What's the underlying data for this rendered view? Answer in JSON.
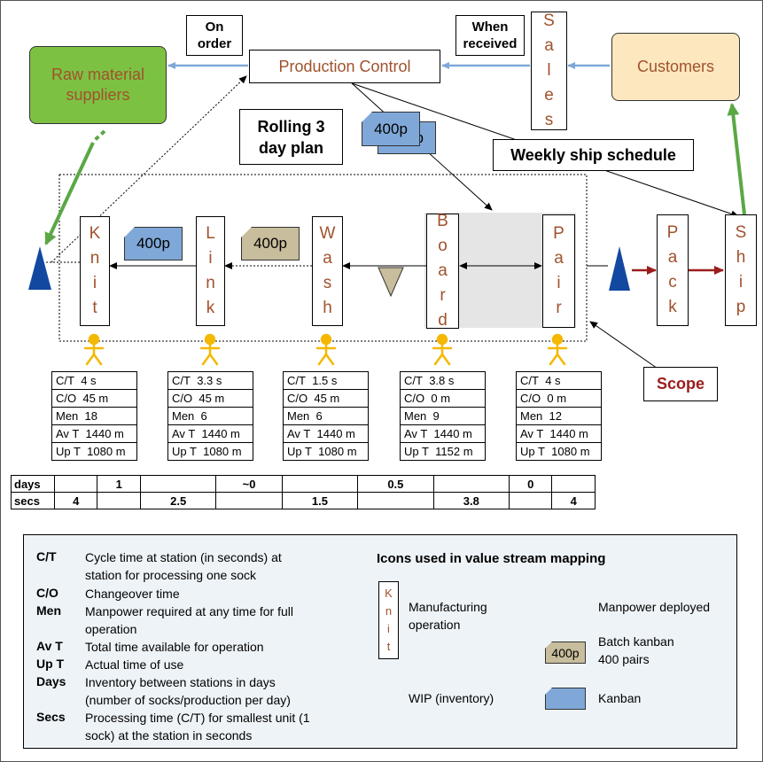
{
  "top": {
    "raw_material": "Raw material suppliers",
    "production_control": "Production Control",
    "sales_letters": [
      "S",
      "a",
      "l",
      "e",
      "s"
    ],
    "customers": "Customers",
    "on_order": "On order",
    "when_received": "When received",
    "rolling_plan": "Rolling 3 day plan",
    "kanban_label": "400p",
    "weekly_schedule": "Weekly ship schedule",
    "scope": "Scope"
  },
  "stations": [
    {
      "name": [
        "K",
        "n",
        "i",
        "t"
      ],
      "ct": "4 s",
      "co": "45 m",
      "men": "18",
      "avt": "1440 m",
      "upt": "1080 m"
    },
    {
      "name": [
        "L",
        "i",
        "n",
        "k"
      ],
      "ct": "3.3 s",
      "co": "45 m",
      "men": "6",
      "avt": "1440 m",
      "upt": "1080 m"
    },
    {
      "name": [
        "W",
        "a",
        "s",
        "h"
      ],
      "ct": "1.5 s",
      "co": "45 m",
      "men": "6",
      "avt": "1440 m",
      "upt": "1080 m"
    },
    {
      "name": [
        "B",
        "o",
        "a",
        "r",
        "d"
      ],
      "ct": "3.8 s",
      "co": "0 m",
      "men": "9",
      "avt": "1440 m",
      "upt": "1152 m"
    },
    {
      "name": [
        "P",
        "a",
        "i",
        "r"
      ],
      "ct": "4 s",
      "co": "0 m",
      "men": "12",
      "avt": "1440 m",
      "upt": "1080 m"
    }
  ],
  "post": {
    "pack": [
      "P",
      "a",
      "c",
      "k"
    ],
    "ship": [
      "S",
      "h",
      "i",
      "p"
    ]
  },
  "data_keys": {
    "ct": "C/T",
    "co": "C/O",
    "men": "Men",
    "avt": "Av T",
    "upt": "Up T"
  },
  "kanbans": {
    "blue": "400p",
    "batch": "400p"
  },
  "timeline": {
    "days_label": "days",
    "secs_label": "secs",
    "days": [
      "",
      "1",
      "",
      "~0",
      "",
      "0.5",
      "",
      "0",
      ""
    ],
    "secs": [
      "4",
      "",
      "2.5",
      "",
      "1.5",
      "",
      "3.8",
      "",
      "4"
    ]
  },
  "legend": {
    "definitions": [
      {
        "key": "C/T",
        "value": "Cycle time at station (in seconds) at station for processing one sock"
      },
      {
        "key": "C/O",
        "value": "Changeover time"
      },
      {
        "key": "Men",
        "value": "Manpower required at any time for full operation"
      },
      {
        "key": "Av T",
        "value": "Total time available for operation"
      },
      {
        "key": "Up T",
        "value": "Actual time of use"
      },
      {
        "key": "Days",
        "value": "Inventory between stations in days (number of socks/production per day)"
      },
      {
        "key": "Secs",
        "value": "Processing time (C/T) for smallest unit (1 sock) at the station in seconds"
      }
    ],
    "icons_title": "Icons used in value stream mapping",
    "knit_letters": [
      "K",
      "n",
      "i",
      "t"
    ],
    "manufacturing": "Manufacturing operation",
    "wip": "WIP (inventory)",
    "manpower": "Manpower deployed",
    "batch_kanban_label": "400p",
    "batch_kanban": "Batch kanban 400 pairs",
    "kanban": "Kanban"
  },
  "colors": {
    "green": "#7dc142",
    "beige": "#fce7bf",
    "blue_kanban": "#7fa8d8",
    "batch": "#c8bd9c",
    "wip": "#1248a0",
    "brown": "#a0522d",
    "scope": "#9b1c1c",
    "person": "#f5b800"
  }
}
